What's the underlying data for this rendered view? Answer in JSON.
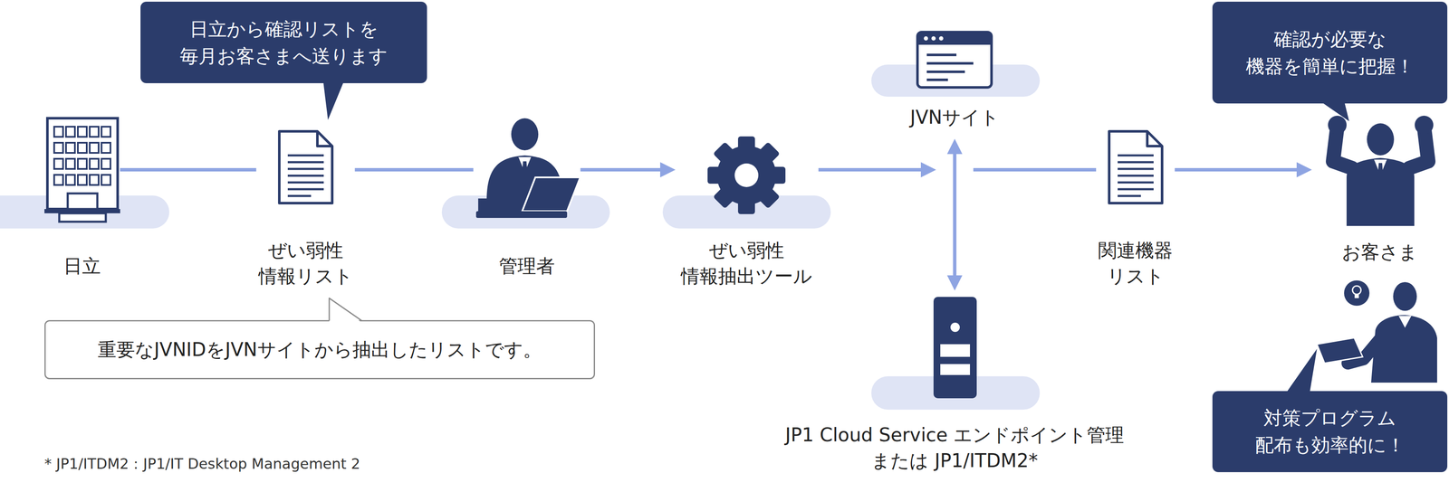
{
  "diagram": {
    "nodes": [
      {
        "text": [
          "日立から確認リストを 毎月お客さまへ送ります"
        ]
      },
      {
        "text": [
          "確認が必要な 機器を簡単に把握！"
        ]
      },
      {
        "text": [
          "JVNサイト"
        ]
      },
      {
        "text": [
          "日立"
        ]
      },
      {
        "text": [
          "ぜい弱性 情報リスト"
        ]
      },
      {
        "text": [
          "管理者"
        ]
      },
      {
        "text": [
          "ぜい弱性 情報抽出ツール"
        ]
      },
      {
        "text": [
          "関連機器 リスト"
        ]
      },
      {
        "text": [
          "お客さま"
        ]
      },
      {
        "text": [
          "重要なJVNIDをJVNサイトから抽出したリストです。"
        ]
      },
      {
        "text": [
          "JP1 Cloud Service エンドポイント管理 または JP1/ITDM2*"
        ]
      },
      {
        "text": [
          "対策プログラム 配布も効率的に！"
        ]
      }
    ],
    "edges": [
      {
        "from": 3,
        "to": 4,
        "arrow": "none"
      },
      {
        "from": 4,
        "to": 5,
        "arrow": "none"
      },
      {
        "from": 5,
        "to": 6,
        "arrow": "to"
      },
      {
        "from": 6,
        "to": 2,
        "arrow": "to"
      },
      {
        "from": 2,
        "to": 10,
        "arrow": "both"
      },
      {
        "from": 2,
        "to": 7,
        "arrow": "none"
      },
      {
        "from": 7,
        "to": 8,
        "arrow": "to"
      }
    ],
    "labels": [
      "* JP1/ITDM2：JP1/IT Desktop Management 2"
    ]
  }
}
